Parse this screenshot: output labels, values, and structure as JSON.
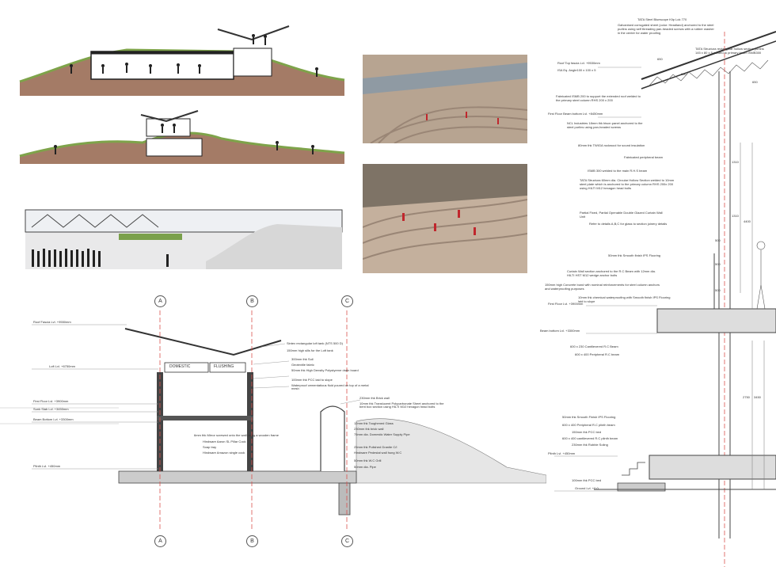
{
  "section_labels": {
    "roof_fascia": "Roof Fascia Lvl. +9550mm",
    "loft": "Loft Lvl. +6750mm",
    "first_floor": "First Floor Lvl. +3900mm",
    "sunk_slab": "Sunk Slab Lvl. +3450mm",
    "beam_bottom": "Beam Bottom Lvl. +3300mm",
    "plinth": "Plinth Lvl. +450mm",
    "tank_domestic": "DOMESTIC",
    "tank_flushing": "FLUSHING",
    "grids": [
      "A",
      "B",
      "C"
    ]
  },
  "section_notes": [
    "Sintex rectangular loft tank (NTS 500 D)",
    "150mm high sills for the Loft tank",
    "300mm thk Soil",
    "Geotextile fabric",
    "50mm thk High Density Polystyrene drain board",
    "100mm thk PCC laid to slope",
    "Waterproof cementatious fluid poured on top of a metal mesh",
    "230mm thk Brick wall",
    "10mm thk Translucent Polycarbonate Sheet anchored to the bent box section using HILTI M10 hexagon head bolts",
    "12mm thk Toughened Glass",
    "230mm thk brick wall",
    "75mm dia. Domestic Water Supply Pipe",
    "25mm thk Polished Granite C/I",
    "Hindware Pedestal wall hung W.C",
    "50mm thk W.C Grill",
    "50mm dia. Pipe",
    "6mm thk Mirror screwed onto the wall using a wooden frame",
    "Hindware Aaron SL Pillar Cock",
    "Soap tray",
    "Hindware Amazon single cock"
  ],
  "detail_levels": {
    "roof_top_fascia": "Roof Top fascia Lvl. +9530mm",
    "first_floor_beam_bottom": "First Floor Beam bottom Lvl. +8450mm",
    "first_floor": "First Floor Lvl. +3900mm",
    "beam_bottom": "Beam bottom Lvl. +3300mm",
    "plinth": "Plinth Lvl. +450mm",
    "ground": "Ground Lvl. +0.0"
  },
  "detail_notes": [
    "TATA Steel Bluescope Klip Lok 770",
    "Galvanised corrugated sheet (color: Headland) anchored to the steel purlins using self threading pan-headed screws with a rubber washer in the center for water proofing",
    "TATA Structura rectangular hollow section purlins 145 x 80 x 5 welded to primary beam ISMB300",
    "ISA Eq. Angle100 x 100 x 5",
    "Fabricated ISMB 200 to support the extended roof welded to the primary steel column RHS 200 x 200",
    "NCL Industries 18mm thk bison panel anchored to the steel purlins using pan-headed screws",
    "80mm thk TWIGA rockwool for sound insulation",
    "Fabricated peripheral beam",
    "ISMB 300 welded to the main R.H.S beam",
    "TATA Structura 60mm dia. Circular Hollow Section welded to 10mm steel plate which is anchored to the primary column RHS 200x 200 using HILTI M12 hexagon head bolts",
    "Partial Fixed, Partial Openable Double Glazed Curtain Wall Unit",
    "Refer to details A,B,C for glass to section joinery details",
    "50mm thk Smooth finish IPS Flooring",
    "Curtain Wall section anchored to the R.C Beam with 12mm dia. HILTI HST M12 wedge anchor bolts",
    "150mm high Concrete bund with nominal reinforcements for steel column anchors and waterproofing purposes",
    "10mm thk chemical waterproofing with Smooth finish IPS Flooring laid to slope",
    "600 x 230 Cantilevered R.C Beam",
    "600 x 400 Peripheral R.C beam"
  ],
  "detail_foot_notes": [
    "50mm thk Smooth Finish IPS Flooring",
    "600 x 400 Peripheral R.C plinth beam",
    "150mm thk PCC bed",
    "600 x 400 cantilevered R.C plinth beam",
    "230mm thk Rubble Soling",
    "100mm thk PCC bed"
  ],
  "detail_dims": [
    "650",
    "650",
    "650",
    "1310",
    "1310",
    "4400",
    "500",
    "500",
    "500",
    "2750",
    "3450"
  ]
}
